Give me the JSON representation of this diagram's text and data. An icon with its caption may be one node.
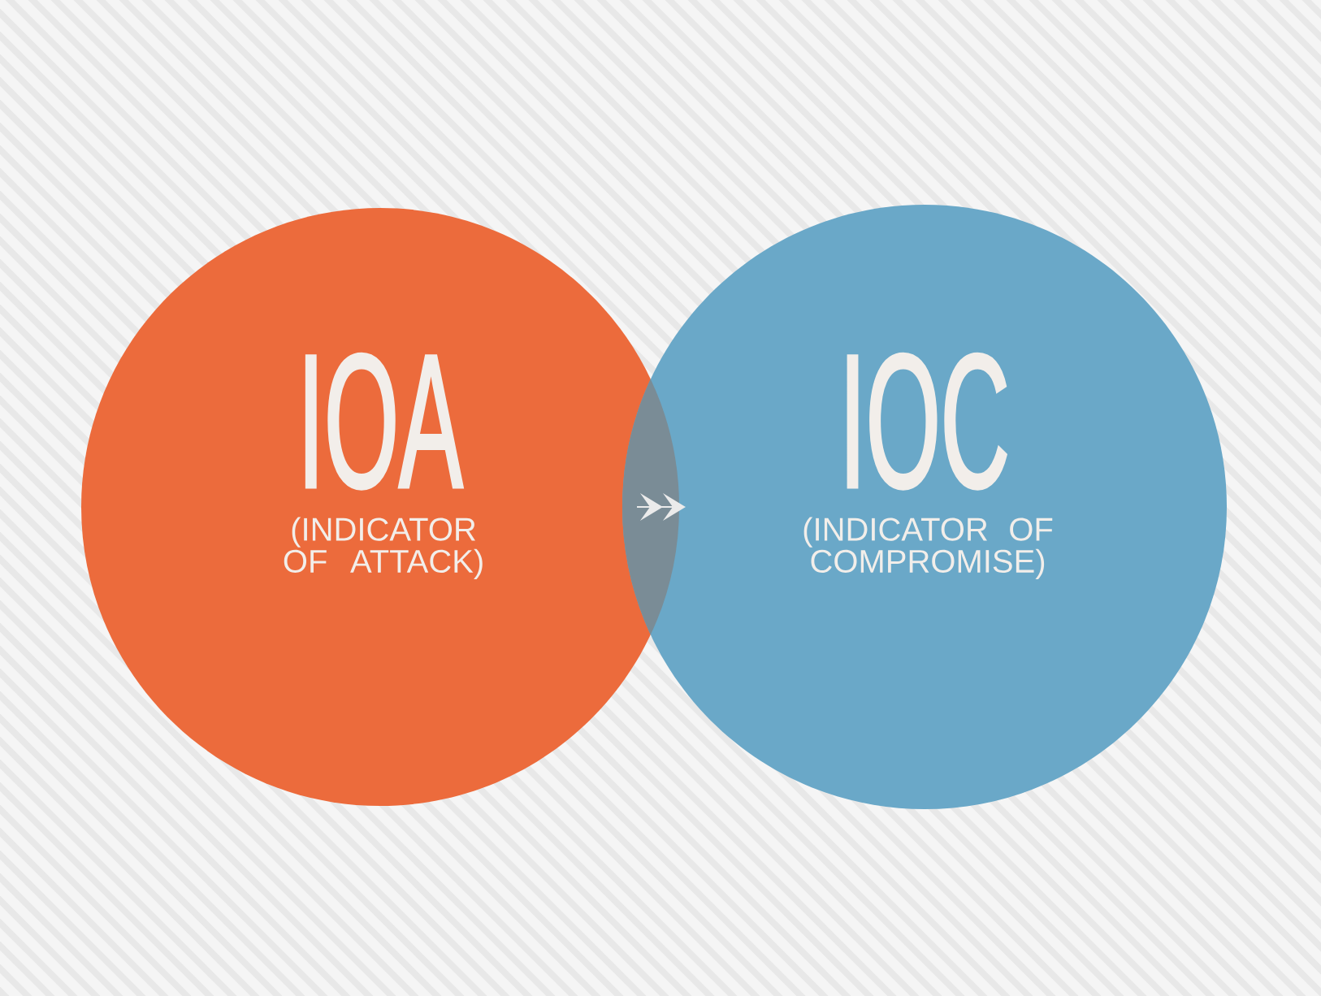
{
  "diagram": {
    "nodes": [
      {
        "text": [
          "IOA",
          "(INDICATOR OF ATTACK)"
        ]
      },
      {
        "text": [
          "IOC",
          "(INDICATOR OF COMPROMISE)"
        ]
      }
    ],
    "edges": [
      {
        "from": 0,
        "to": 1,
        "arrow": "to"
      }
    ]
  }
}
